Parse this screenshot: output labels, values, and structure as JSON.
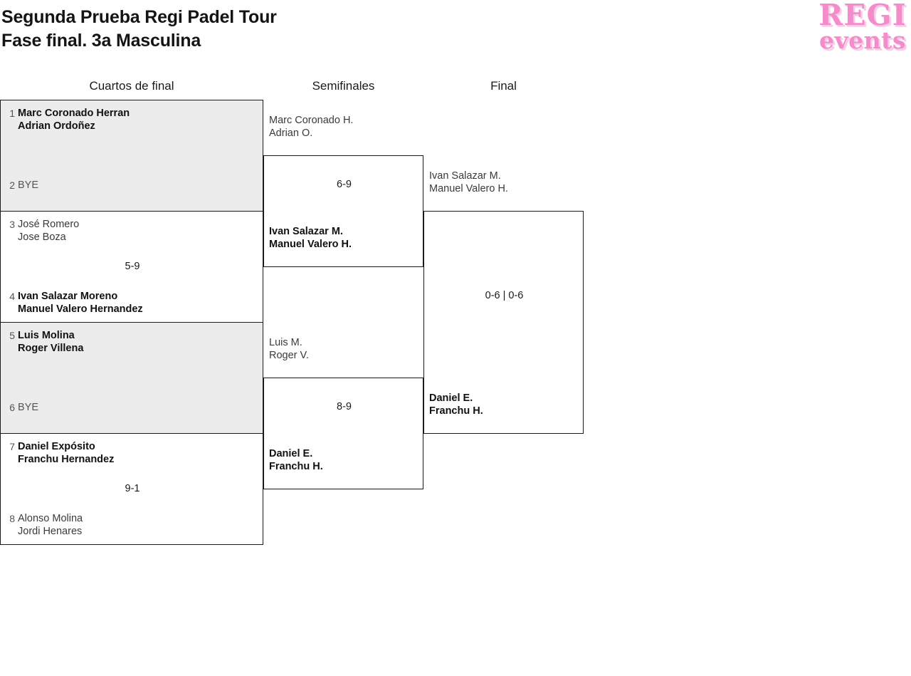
{
  "header": {
    "title": "Segunda Prueba Regi Padel Tour\nFase final. 3a Masculina",
    "logo_line1": "REGI",
    "logo_line2": "events",
    "logo_color": "#f28ccb"
  },
  "rounds": [
    {
      "label": "Cuartos de final"
    },
    {
      "label": "Semifinales"
    },
    {
      "label": "Final"
    }
  ],
  "bracket": {
    "quarterfinals": [
      {
        "shaded": true,
        "score": "",
        "top": {
          "seed": "1",
          "names": "Marc Coronado Herran\nAdrian Ordoñez",
          "result": "winner"
        },
        "bottom": {
          "seed": "2",
          "names": "BYE",
          "result": "bye"
        }
      },
      {
        "shaded": false,
        "score": "5-9",
        "top": {
          "seed": "3",
          "names": "José Romero\nJose Boza",
          "result": "loser"
        },
        "bottom": {
          "seed": "4",
          "names": "Ivan Salazar Moreno\nManuel Valero Hernandez",
          "result": "winner"
        }
      },
      {
        "shaded": true,
        "score": "",
        "top": {
          "seed": "5",
          "names": "Luis Molina\nRoger Villena",
          "result": "winner"
        },
        "bottom": {
          "seed": "6",
          "names": "BYE",
          "result": "bye"
        }
      },
      {
        "shaded": false,
        "score": "9-1",
        "top": {
          "seed": "7",
          "names": "Daniel Expósito\nFranchu Hernandez",
          "result": "winner"
        },
        "bottom": {
          "seed": "8",
          "names": "Alonso Molina\nJordi Henares",
          "result": "loser"
        }
      }
    ],
    "semifinals": [
      {
        "score": "6-9",
        "top": {
          "names": "Marc Coronado H.\nAdrian O.",
          "result": "loser"
        },
        "bottom": {
          "names": "Ivan Salazar M.\nManuel Valero H.",
          "result": "winner"
        }
      },
      {
        "score": "8-9",
        "top": {
          "names": "Luis M.\nRoger V.",
          "result": "loser"
        },
        "bottom": {
          "names": "Daniel E.\nFranchu H.",
          "result": "winner"
        }
      }
    ],
    "final": [
      {
        "score": "0-6 | 0-6",
        "top": {
          "names": "Ivan Salazar M.\nManuel Valero H.",
          "result": "loser"
        },
        "bottom": {
          "names": "Daniel E.\nFranchu H.",
          "result": "winner"
        }
      }
    ]
  }
}
